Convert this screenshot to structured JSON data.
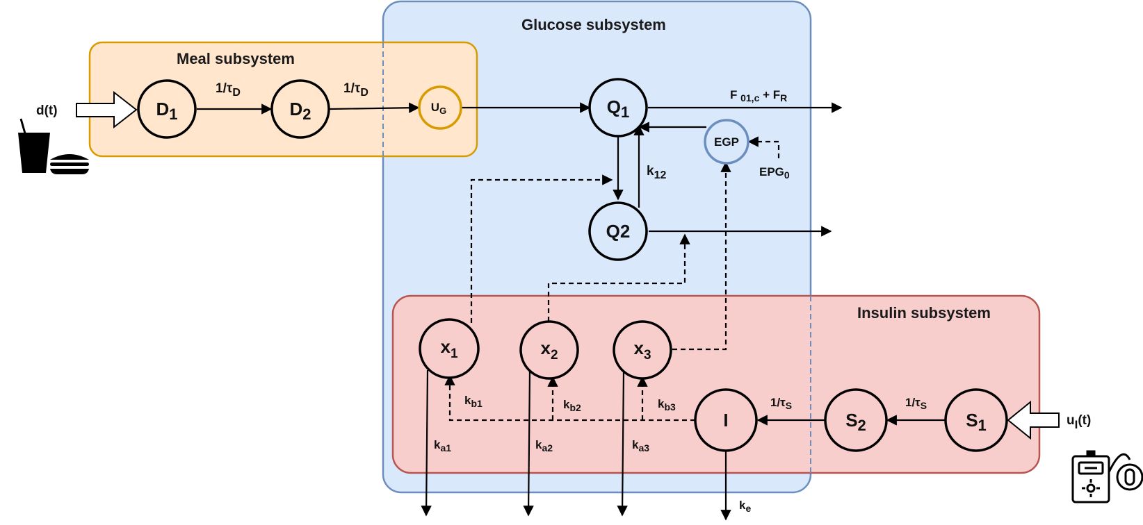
{
  "subsystems": {
    "glucose": {
      "title": "Glucose subsystem",
      "fill": "#dae8fc",
      "stroke": "#6c8ebf"
    },
    "meal": {
      "title": "Meal subsystem",
      "fill": "#ffe6cc",
      "stroke": "#d79b00"
    },
    "insulin": {
      "title": "Insulin subsystem",
      "fill": "#f8cecc",
      "stroke": "#b85450"
    }
  },
  "nodes": {
    "D1": {
      "main": "D",
      "sub": "1"
    },
    "D2": {
      "main": "D",
      "sub": "2"
    },
    "UG": {
      "main": "U",
      "sub": "G"
    },
    "Q1": {
      "main": "Q",
      "sub": "1"
    },
    "Q2": {
      "main": "Q2"
    },
    "EGP": {
      "main": "EGP"
    },
    "x1": {
      "main": "x",
      "sub": "1"
    },
    "x2": {
      "main": "x",
      "sub": "2"
    },
    "x3": {
      "main": "x",
      "sub": "3"
    },
    "I": {
      "main": "I"
    },
    "S2": {
      "main": "S",
      "sub": "2"
    },
    "S1": {
      "main": "S",
      "sub": "1"
    }
  },
  "labels": {
    "meal_input": {
      "main": "d(t)"
    },
    "insulin_input": {
      "main": "u",
      "sub": "I",
      "tail": "(t)"
    },
    "tauD_1": {
      "main": "1/τ",
      "sub": "D"
    },
    "tauD_2": {
      "main": "1/τ",
      "sub": "D"
    },
    "F_out": {
      "main": "F ",
      "sub": "01,c",
      "mid": " + F",
      "sub2": "R"
    },
    "k12": {
      "main": "k",
      "sub": "12"
    },
    "EPG0": {
      "main": "EPG",
      "sub": "0"
    },
    "kb1": {
      "main": "k",
      "sub": "b1"
    },
    "kb2": {
      "main": "k",
      "sub": "b2"
    },
    "kb3": {
      "main": "k",
      "sub": "b3"
    },
    "ka1": {
      "main": "k",
      "sub": "a1"
    },
    "ka2": {
      "main": "k",
      "sub": "a2"
    },
    "ka3": {
      "main": "k",
      "sub": "a3"
    },
    "ke": {
      "main": "k",
      "sub": "e"
    },
    "tauS_1": {
      "main": "1/τ",
      "sub": "S"
    },
    "tauS_2": {
      "main": "1/τ",
      "sub": "S"
    }
  },
  "icons": {
    "meal": "drink-and-burger-icon",
    "pump": "insulin-pump-icon"
  },
  "colors": {
    "node_fill_meal": "#ffe6cc",
    "node_fill_glucose": "#dae8fc",
    "node_fill_insulin": "#f8cecc",
    "ug_stroke": "#d79b00",
    "egp_stroke": "#6c8ebf"
  }
}
